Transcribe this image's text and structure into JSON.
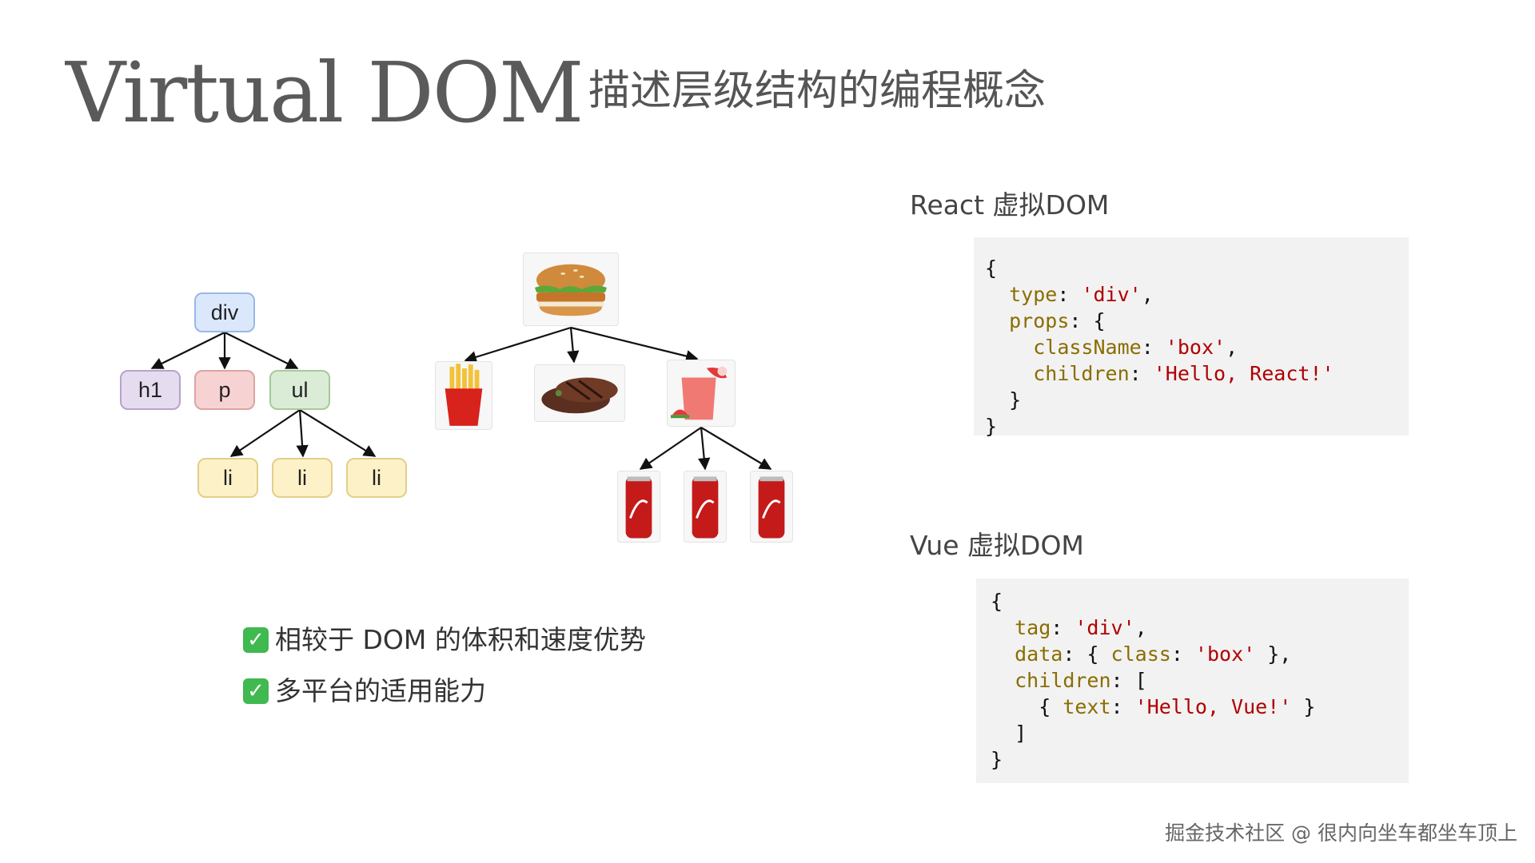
{
  "title": "Virtual DOM",
  "subtitle": "描述层级结构的编程概念",
  "tree": {
    "root": "div",
    "children": [
      "h1",
      "p",
      "ul"
    ],
    "grandchildren": [
      "li",
      "li",
      "li"
    ]
  },
  "react": {
    "label": "React 虚拟DOM",
    "code": {
      "open": "{",
      "type_key": "type",
      "type_val": "'div'",
      "props_key": "props",
      "classname_key": "className",
      "classname_val": "'box'",
      "children_key": "children",
      "children_val": "'Hello, React!'",
      "inner_close": "}",
      "close": "}"
    }
  },
  "vue": {
    "label": "Vue 虚拟DOM",
    "code": {
      "open": "{",
      "tag_key": "tag",
      "tag_val": "'div'",
      "data_key": "data",
      "class_key": "class",
      "class_val": "'box'",
      "children_key": "children",
      "text_key": "text",
      "text_val": "'Hello, Vue!'",
      "bracket_close": "]",
      "close": "}"
    }
  },
  "benefits": [
    "相较于 DOM 的体积和速度优势",
    "多平台的适用能力"
  ],
  "watermark": "掘金技术社区 @ 很内向坐车都坐车顶上",
  "colors": {
    "check": "#3fb950",
    "code_key": "#8a6d00",
    "code_string": "#b00000",
    "code_bg": "#f2f2f2"
  },
  "icons": [
    "burger-icon",
    "fries-icon",
    "steak-icon",
    "drink-icon",
    "cola-can-icon"
  ]
}
